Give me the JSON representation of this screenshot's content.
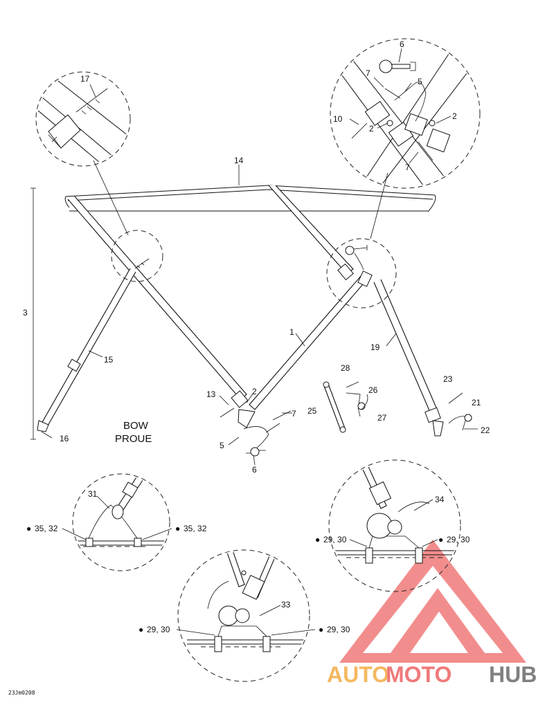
{
  "labels": {
    "bow_en": "BOW",
    "bow_fr": "PROUE",
    "ref_code": "23Jm0208"
  },
  "callouts": {
    "c1": "1",
    "c2a": "2",
    "c2b": "2",
    "c2c": "2",
    "c3": "3",
    "c5a": "5",
    "c5b": "5",
    "c6a": "6",
    "c6b": "6",
    "c7a": "7",
    "c7b": "7",
    "c7c": "7",
    "c10": "10",
    "c13": "13",
    "c14": "14",
    "c15": "15",
    "c16": "16",
    "c17": "17",
    "c19": "19",
    "c21": "21",
    "c22": "22",
    "c23": "23",
    "c25": "25",
    "c26": "26",
    "c27": "27",
    "c28": "28",
    "c31": "31",
    "c33": "33",
    "c34": "34"
  },
  "torque_notes": {
    "t1": "35, 32",
    "t2": "35, 32",
    "t3": "29, 30",
    "t4": "29, 30",
    "t5": "29, 30",
    "t6": "29, 30"
  },
  "watermark": {
    "part1": "AUTO",
    "part2": "MOTO",
    "part3": "HUB",
    "color_main": "#f07a7a",
    "color_hub": "#808080",
    "color_motor": "#f4b860"
  }
}
